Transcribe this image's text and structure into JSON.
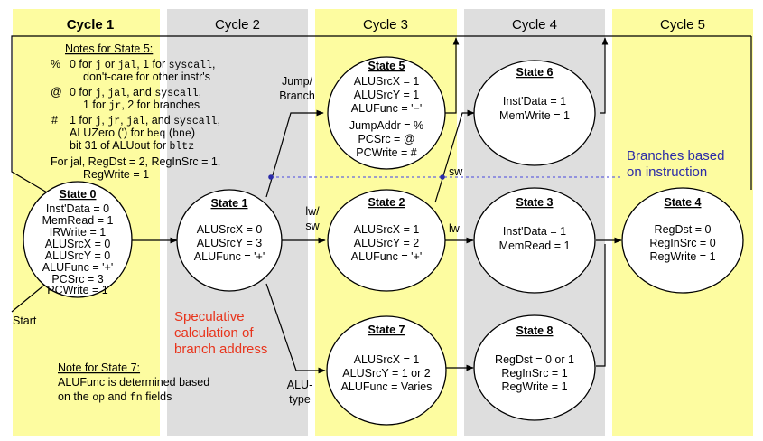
{
  "cycles": [
    "Cycle 1",
    "Cycle 2",
    "Cycle 3",
    "Cycle 4",
    "Cycle 5"
  ],
  "colors": {
    "yellow": "#fdfca0",
    "gray": "#dedede",
    "red": "#e8341c",
    "blue": "#2b2ba8",
    "dashed": "#6666dd"
  },
  "notes5": {
    "title": "Notes for State 5:",
    "pct_sym": "%",
    "pct_1": [
      "0 for ",
      "j",
      " or ",
      "jal",
      ", 1 for ",
      "syscall",
      ","
    ],
    "pct_2": "don't-care for other instr's",
    "at_sym": "@",
    "at_1": [
      "0 for ",
      "j",
      ", ",
      "jal",
      ", and ",
      "syscall",
      ","
    ],
    "at_2": [
      "1 for ",
      "jr",
      ", 2 for branches"
    ],
    "hash_sym": "#",
    "hash_1": [
      "1 for ",
      "j",
      ", ",
      "jr",
      ", ",
      "jal",
      ", and ",
      "syscall",
      ","
    ],
    "hash_2": [
      "ALUZero (') for ",
      "beq",
      " (",
      "bne",
      ")"
    ],
    "hash_3": [
      "bit 31 of ALUout for ",
      "bltz"
    ],
    "jal_1": "For jal, RegDst = 2, RegInSrc = 1,",
    "jal_2": "RegWrite = 1"
  },
  "note7": {
    "title": "Note for State 7:",
    "l1": "ALUFunc is determined based",
    "l2": [
      "on the ",
      "op",
      " and ",
      "fn",
      " fields"
    ]
  },
  "states": {
    "s0": {
      "title": "State 0",
      "lines": [
        "Inst'Data = 0",
        "MemRead = 1",
        "IRWrite = 1",
        "ALUSrcX = 0",
        "ALUSrcY = 0",
        "ALUFunc = '+'",
        "PCSrc = 3",
        "PCWrite = 1"
      ]
    },
    "s1": {
      "title": "State 1",
      "lines": [
        "ALUSrcX = 0",
        "ALUSrcY = 3",
        "ALUFunc = '+'"
      ]
    },
    "s2": {
      "title": "State 2",
      "lines": [
        "ALUSrcX = 1",
        "ALUSrcY = 2",
        "ALUFunc = '+'"
      ]
    },
    "s3": {
      "title": "State 3",
      "lines": [
        "Inst'Data = 1",
        "MemRead = 1"
      ]
    },
    "s4": {
      "title": "State 4",
      "lines": [
        "RegDst = 0",
        "RegInSrc = 0",
        "RegWrite = 1"
      ]
    },
    "s5": {
      "title": "State 5",
      "lines": [
        "ALUSrcX = 1",
        "ALUSrcY = 1",
        "ALUFunc = '−'",
        "JumpAddr = %",
        "PCSrc = @",
        "PCWrite = #"
      ]
    },
    "s6": {
      "title": "State 6",
      "lines": [
        "Inst'Data = 1",
        "MemWrite = 1"
      ]
    },
    "s7": {
      "title": "State 7",
      "lines": [
        "ALUSrcX = 1",
        "ALUSrcY = 1 or 2",
        "ALUFunc = Varies"
      ]
    },
    "s8": {
      "title": "State 8",
      "lines": [
        "RegDst = 0 or 1",
        "RegInSrc = 1",
        "RegWrite = 1"
      ]
    }
  },
  "labels": {
    "start": "Start",
    "jump_branch": [
      "Jump/",
      "Branch"
    ],
    "lw_sw": [
      "lw/",
      "sw"
    ],
    "alu_type": [
      "ALU-",
      "type"
    ],
    "sw": "sw",
    "lw": "lw",
    "speculative": [
      "Speculative",
      "calculation of",
      "branch address"
    ],
    "branches_based": [
      "Branches based",
      "on instruction"
    ]
  }
}
